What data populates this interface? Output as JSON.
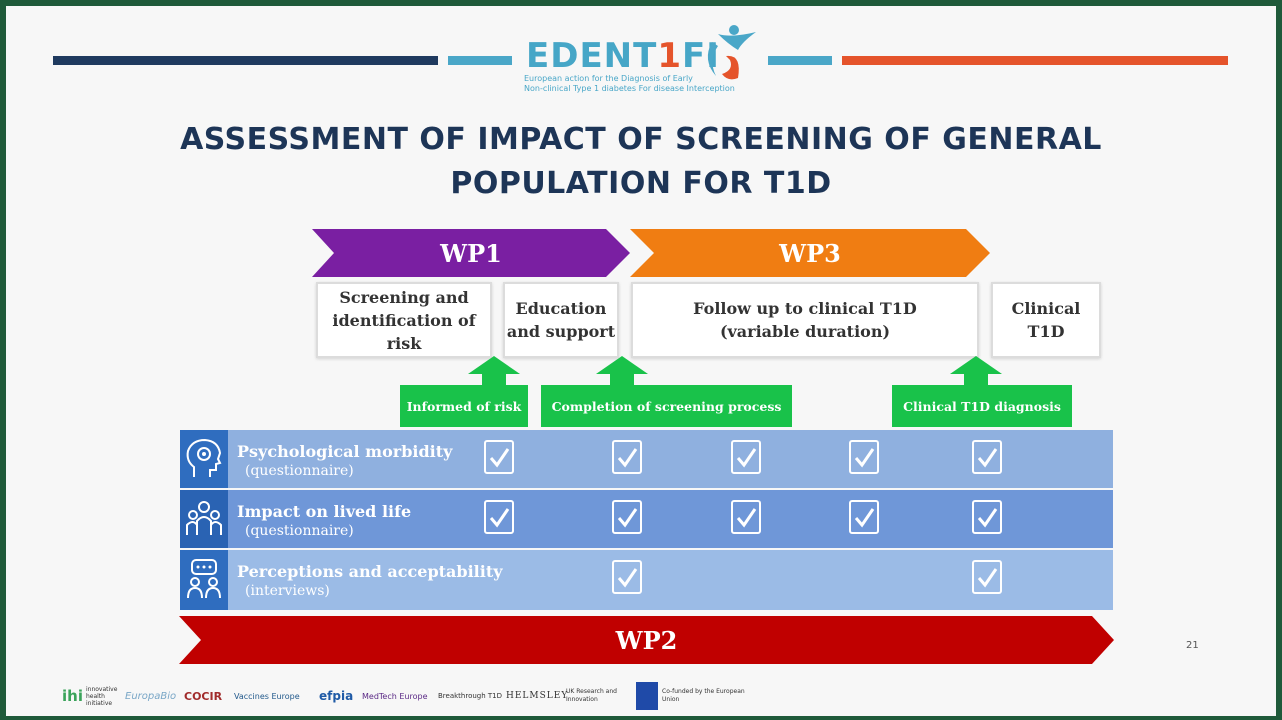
{
  "header": {
    "logo_text_main": "EDENT",
    "logo_text_one": "1",
    "logo_text_end": "FI",
    "logo_subtitle_line1": "European action for the Diagnosis of Early",
    "logo_subtitle_line2": "Non-clinical Type 1 diabetes For disease Interception",
    "colors": {
      "navy": "#1f3a5f",
      "teal": "#4aa7c8",
      "orange": "#e5542b"
    }
  },
  "title": {
    "line1": "ASSESSMENT OF IMPACT OF SCREENING OF GENERAL",
    "line2": "POPULATION FOR T1D"
  },
  "workpackages": {
    "wp1": {
      "label": "WP1",
      "color": "#7a1fa2"
    },
    "wp3": {
      "label": "WP3",
      "color": "#f07d12"
    },
    "wp2": {
      "label": "WP2",
      "color": "#c00000"
    }
  },
  "phases": [
    {
      "label_line1": "Screening and",
      "label_line2": "identification of risk"
    },
    {
      "label_line1": "Education",
      "label_line2": "and support"
    },
    {
      "label_line1": "Follow up to clinical T1D",
      "label_line2": "(variable duration)"
    },
    {
      "label_line1": "Clinical",
      "label_line2": "T1D"
    }
  ],
  "milestones": [
    {
      "label": "Informed of risk"
    },
    {
      "label": "Completion of screening process"
    },
    {
      "label": "Clinical T1D diagnosis"
    }
  ],
  "measures": [
    {
      "title": "Psychological morbidity",
      "method": "(questionnaire)",
      "icon": "head-gear-icon",
      "checks": [
        true,
        true,
        true,
        true,
        true
      ]
    },
    {
      "title": "Impact on lived life",
      "method": "(questionnaire)",
      "icon": "people-group-icon",
      "checks": [
        true,
        true,
        true,
        true,
        true
      ]
    },
    {
      "title": "Perceptions and acceptability",
      "method": "(interviews)",
      "icon": "speech-people-icon",
      "checks": [
        false,
        true,
        false,
        false,
        true
      ]
    }
  ],
  "page_number": "21",
  "partners": [
    {
      "name": "innovative health initiative",
      "short": "ihi"
    },
    {
      "name": "EuropaBio"
    },
    {
      "name": "COCIR"
    },
    {
      "name": "Vaccines Europe"
    },
    {
      "name": "efpia"
    },
    {
      "name": "MedTech Europe"
    },
    {
      "name": "Breakthrough T1D"
    },
    {
      "name": "HELMSLEY"
    },
    {
      "name": "UK Research and Innovation"
    },
    {
      "name": "Co-funded by the European Union"
    }
  ]
}
